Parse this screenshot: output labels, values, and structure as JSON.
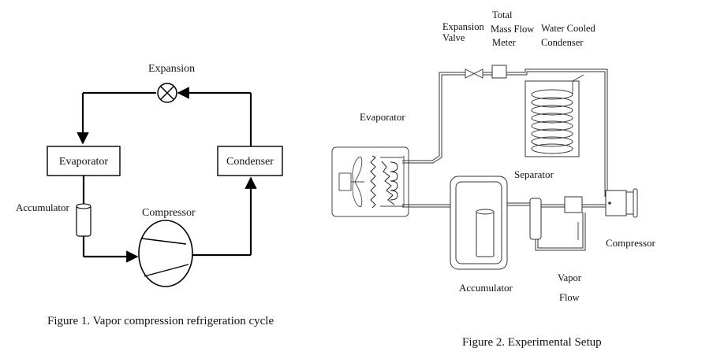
{
  "figure1": {
    "caption": "Figure 1.  Vapor compression refrigeration cycle",
    "labels": {
      "expansion": "Expansion",
      "evaporator": "Evaporator",
      "condenser": "Condenser",
      "accumulator": "Accumulator",
      "compressor": "Compressor"
    }
  },
  "figure2": {
    "caption": "Figure 2.  Experimental Setup",
    "labels": {
      "expansion_line1": "Expansion",
      "expansion_line2": "Valve",
      "mass_flow_line1": "Total",
      "mass_flow_line2": "Mass Flow",
      "mass_flow_line3": "Meter",
      "condenser_line1": "Water Cooled",
      "condenser_line2": "Condenser",
      "evaporator": "Evaporator",
      "separator": "Separator",
      "compressor": "Compressor",
      "accumulator": "Accumulator",
      "vapor_line1": "Vapor",
      "vapor_line2": "Flow"
    }
  }
}
